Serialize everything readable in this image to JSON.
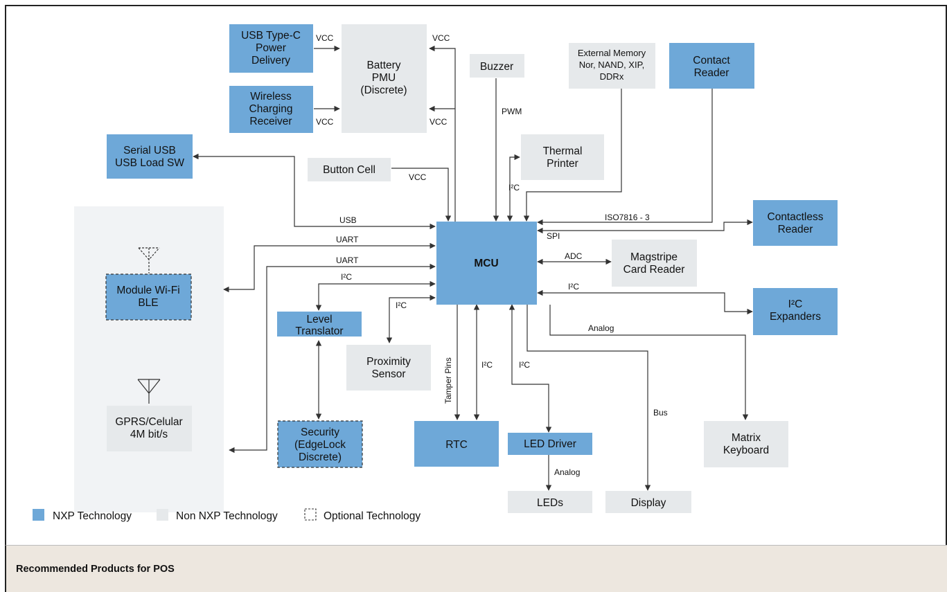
{
  "blocks": {
    "usb_typec": [
      "USB Type-C",
      "Power",
      "Delivery"
    ],
    "wireless": [
      "Wireless",
      "Charging",
      "Receiver"
    ],
    "battery": [
      "Battery",
      "PMU",
      "(Discrete)"
    ],
    "buzzer": [
      "Buzzer"
    ],
    "ext_memory": [
      "External Memory",
      "Nor, NAND, XIP,",
      "DDRx"
    ],
    "contact_reader": [
      "Contact",
      "Reader"
    ],
    "serial_usb": [
      "Serial USB",
      "USB Load SW"
    ],
    "button_cell": [
      "Button Cell"
    ],
    "thermal_printer": [
      "Thermal",
      "Printer"
    ],
    "contactless_reader": [
      "Contactless",
      "Reader"
    ],
    "mcu": [
      "MCU"
    ],
    "magstripe": [
      "Magstripe",
      "Card Reader"
    ],
    "i2c_expanders": [
      "I²C",
      "Expanders"
    ],
    "wifi": [
      "Module Wi-Fi",
      "BLE"
    ],
    "level_translator": [
      "Level",
      "Translator"
    ],
    "proximity": [
      "Proximity",
      "Sensor"
    ],
    "gprs": [
      "GPRS/Celular",
      "4M bit/s"
    ],
    "security": [
      "Security",
      "(EdgeLock",
      "Discrete)"
    ],
    "rtc": [
      "RTC"
    ],
    "led_driver": [
      "LED Driver"
    ],
    "matrix_keyboard": [
      "Matrix",
      "Keyboard"
    ],
    "leds": [
      "LEDs"
    ],
    "display": [
      "Display"
    ]
  },
  "labels": {
    "vcc_usb": "VCC",
    "vcc_wireless": "VCC",
    "vcc_top": "VCC",
    "vcc_mid": "VCC",
    "vcc_button": "VCC",
    "pwm": "PWM",
    "i2c_printer": "I²C",
    "iso7816": "ISO7816 - 3",
    "spi": "SPI",
    "usb": "USB",
    "uart1": "UART",
    "uart2": "UART",
    "i2c_level": "I²C",
    "i2c_prox": "I²C",
    "adc": "ADC",
    "i2c_exp": "I²C",
    "analog_kbd": "Analog",
    "tamper": "Tamper Pins",
    "i2c_rtc": "I²C",
    "i2c_led": "I²C",
    "bus": "Bus",
    "analog_led": "Analog"
  },
  "legend": {
    "nxp": "NXP Technology",
    "non_nxp": "Non NXP Technology",
    "optional": "Optional Technology"
  },
  "colors": {
    "nxp": "#6ea8d8",
    "non_nxp": "#e6e9eb",
    "panel": "#f1f3f5",
    "line": "#333333"
  },
  "footer": {
    "title": "Recommended Products for POS"
  }
}
